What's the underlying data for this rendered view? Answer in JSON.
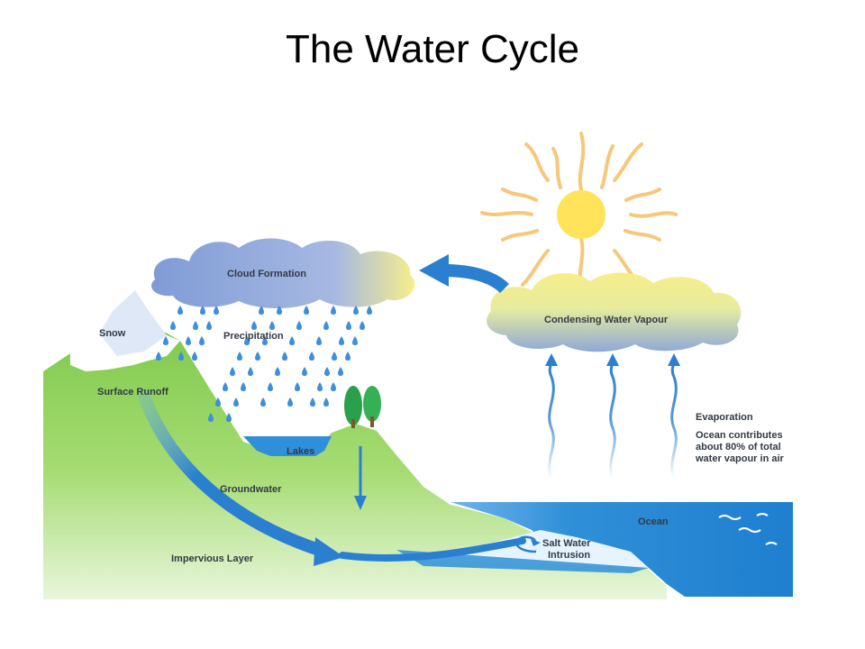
{
  "slide": {
    "title": "The Water Cycle"
  },
  "labels": {
    "cloud_formation": "Cloud Formation",
    "precipitation": "Precipitation",
    "snow": "Snow",
    "surface_runoff": "Surface Runoff",
    "lakes": "Lakes",
    "groundwater": "Groundwater",
    "impervious_layer": "Impervious Layer",
    "condensing_water_vapour": "Condensing Water Vapour",
    "evaporation": "Evaporation",
    "ocean_note_line1": "Ocean contributes",
    "ocean_note_line2": "about 80% of total",
    "ocean_note_line3": "water vapour in air",
    "ocean": "Ocean",
    "salt_water_line1": "Salt Water",
    "salt_water_line2": "Intrusion"
  },
  "colors": {
    "land": "#8dd05f",
    "water": "#2f8fd8",
    "arrow": "#2b7fd0",
    "sun": "#ffe35a",
    "ray": "#f7c77a",
    "cloud_blue": "#8fa8d8",
    "cloud_yellow": "#f6ee8a"
  }
}
